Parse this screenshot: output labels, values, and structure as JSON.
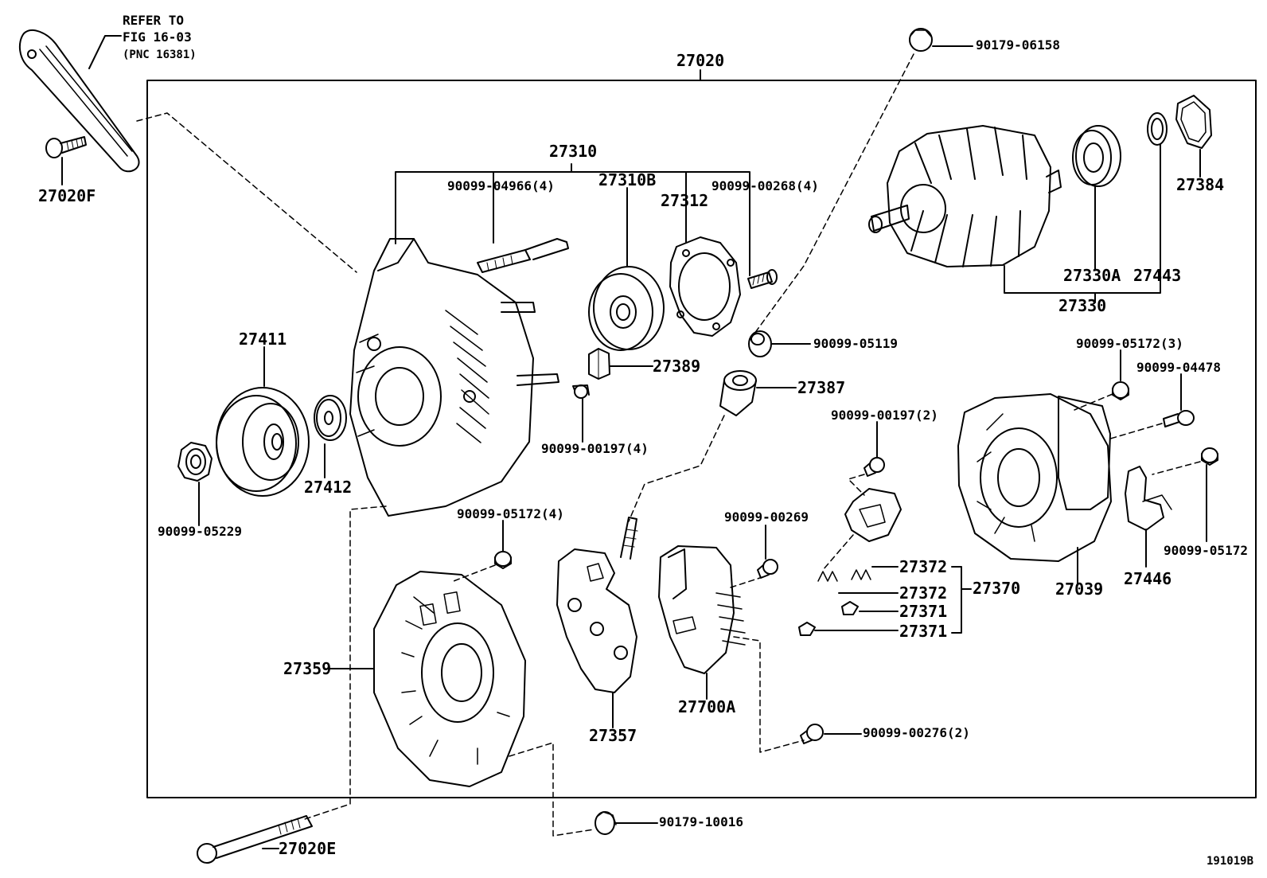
{
  "diagram": {
    "refer_to": "REFER TO",
    "refer_fig": "FIG 16-03",
    "refer_pnc": "(PNC 16381)",
    "assembly": "27020",
    "figure_code": "191019B",
    "labels": {
      "p27020F": "27020F",
      "p27020E": "27020E",
      "p27310": "27310",
      "p90099_04966": "90099-04966(4)",
      "p27310B": "27310B",
      "p27312": "27312",
      "p90099_00268": "90099-00268(4)",
      "p90179_06158": "90179-06158",
      "p27384": "27384",
      "p27330A": "27330A",
      "p27443": "27443",
      "p27330": "27330",
      "p27411": "27411",
      "p27412": "27412",
      "p90099_05229": "90099-05229",
      "p27389": "27389",
      "p90099_00197_4": "90099-00197(4)",
      "p90099_05119": "90099-05119",
      "p27387": "27387",
      "p90099_05172_3": "90099-05172(3)",
      "p90099_04478": "90099-04478",
      "p90099_00197_2": "90099-00197(2)",
      "p90099_05172_4": "90099-05172(4)",
      "p90099_00269": "90099-00269",
      "p27372a": "27372",
      "p27372b": "27372",
      "p27371a": "27371",
      "p27371b": "27371",
      "p27370": "27370",
      "p27039": "27039",
      "p27446": "27446",
      "p90099_05172": "90099-05172",
      "p27359": "27359",
      "p27357": "27357",
      "p27700A": "27700A",
      "p90099_00276": "90099-00276(2)",
      "p90179_10016": "90179-10016"
    }
  }
}
